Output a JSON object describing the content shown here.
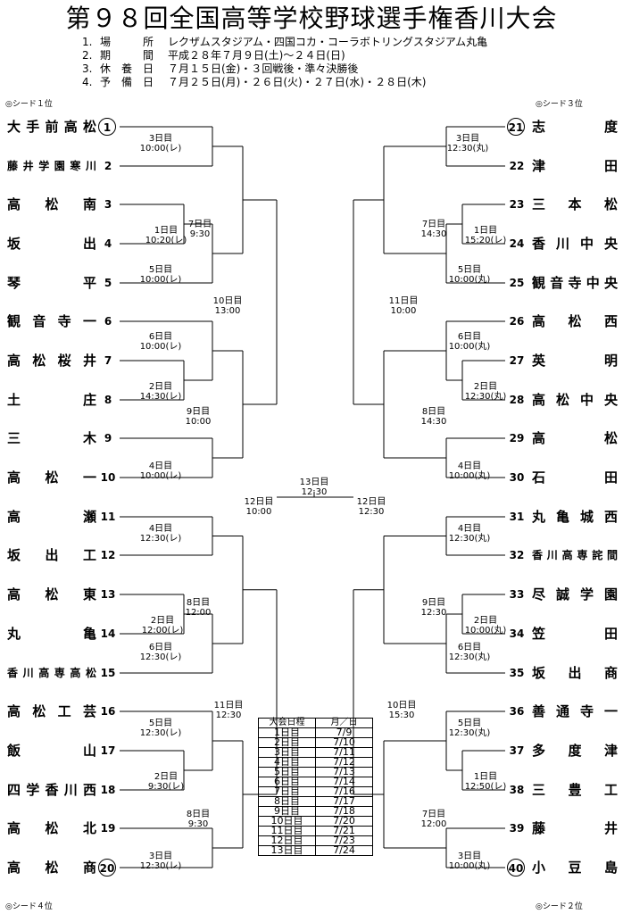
{
  "title": "第９８回全国高等学校野球選手権香川大会",
  "info": [
    {
      "no": "1.",
      "label": "場　所",
      "text": "レクザムスタジアム・四国コカ・コーラボトリングスタジアム丸亀"
    },
    {
      "no": "2.",
      "label": "期　間",
      "text": "平成２８年７月９日(土)～２４日(日)"
    },
    {
      "no": "3.",
      "label": "休養日",
      "text": "７月１５日(金)・３回戦後・準々決勝後"
    },
    {
      "no": "4.",
      "label": "予備日",
      "text": "７月２５日(月)・２６日(火)・２７日(水)・２８日(木)"
    }
  ],
  "seeds": {
    "top_left": "◎シード１位",
    "top_right": "◎シード３位",
    "bottom_left": "◎シード４位",
    "bottom_right": "◎シード２位"
  },
  "left_teams": [
    {
      "name": "大手前高松",
      "num": "1"
    },
    {
      "name": "藤井学園寒川",
      "num": "2"
    },
    {
      "name": "高松南",
      "num": "3"
    },
    {
      "name": "坂出",
      "num": "4"
    },
    {
      "name": "琴平",
      "num": "5"
    },
    {
      "name": "観音寺一",
      "num": "6"
    },
    {
      "name": "高松桜井",
      "num": "7"
    },
    {
      "name": "土庄",
      "num": "8"
    },
    {
      "name": "三木",
      "num": "9"
    },
    {
      "name": "高松一",
      "num": "10"
    },
    {
      "name": "高瀬",
      "num": "11"
    },
    {
      "name": "坂出工",
      "num": "12"
    },
    {
      "name": "高松東",
      "num": "13"
    },
    {
      "name": "丸亀",
      "num": "14"
    },
    {
      "name": "香川高専高松",
      "num": "15"
    },
    {
      "name": "高松工芸",
      "num": "16"
    },
    {
      "name": "飯山",
      "num": "17"
    },
    {
      "name": "四学香川西",
      "num": "18"
    },
    {
      "name": "高松北",
      "num": "19"
    },
    {
      "name": "高松商",
      "num": "20"
    }
  ],
  "right_teams": [
    {
      "name": "志度",
      "num": "21"
    },
    {
      "name": "津田",
      "num": "22"
    },
    {
      "name": "三本松",
      "num": "23"
    },
    {
      "name": "香川中央",
      "num": "24"
    },
    {
      "name": "観音寺中央",
      "num": "25"
    },
    {
      "name": "高松西",
      "num": "26"
    },
    {
      "name": "英明",
      "num": "27"
    },
    {
      "name": "高松中央",
      "num": "28"
    },
    {
      "name": "高松",
      "num": "29"
    },
    {
      "name": "石田",
      "num": "30"
    },
    {
      "name": "丸亀城西",
      "num": "31"
    },
    {
      "name": "香川高専詫間",
      "num": "32"
    },
    {
      "name": "尽誠学園",
      "num": "33"
    },
    {
      "name": "笠田",
      "num": "34"
    },
    {
      "name": "坂出商",
      "num": "35"
    },
    {
      "name": "善通寺一",
      "num": "36"
    },
    {
      "name": "多度津",
      "num": "37"
    },
    {
      "name": "三豊工",
      "num": "38"
    },
    {
      "name": "藤井",
      "num": "39"
    },
    {
      "name": "小豆島",
      "num": "40"
    }
  ],
  "games_left": {
    "g1": {
      "day": "3日目",
      "time": "10:00(レ)"
    },
    "g2": {
      "day": "1日目",
      "time": "10:20(レ)"
    },
    "g3": {
      "day": "5日目",
      "time": "10:00(レ)"
    },
    "g4": {
      "day": "6日目",
      "time": "10:00(レ)"
    },
    "g5": {
      "day": "2日目",
      "time": "14:30(レ)"
    },
    "g6": {
      "day": "4日目",
      "time": "10:00(レ)"
    },
    "g7": {
      "day": "4日目",
      "time": "12:30(レ)"
    },
    "g8": {
      "day": "2日目",
      "time": "12:00(レ)"
    },
    "g9": {
      "day": "6日目",
      "time": "12:30(レ)"
    },
    "g10": {
      "day": "5日目",
      "time": "12:30(レ)"
    },
    "g11": {
      "day": "2日目",
      "time": "9:30(レ)"
    },
    "g12": {
      "day": "3日目",
      "time": "12:30(レ)"
    },
    "q1": {
      "day": "7日目",
      "time": "9:30"
    },
    "q2": {
      "day": "9日目",
      "time": "10:00"
    },
    "q3": {
      "day": "8日目",
      "time": "12:00"
    },
    "q4": {
      "day": "8日目",
      "time": "9:30"
    },
    "s1": {
      "day": "10日目",
      "time": "13:00"
    },
    "s2": {
      "day": "11日目",
      "time": "12:30"
    },
    "f": {
      "day": "12日目",
      "time": "10:00"
    }
  },
  "games_right": {
    "g1": {
      "day": "3日目",
      "time": "12:30(丸)"
    },
    "g2": {
      "day": "1日目",
      "time": "15:20(レ)"
    },
    "g3": {
      "day": "5日目",
      "time": "10:00(丸)"
    },
    "g4": {
      "day": "6日目",
      "time": "10:00(丸)"
    },
    "g5": {
      "day": "2日目",
      "time": "12:30(丸)"
    },
    "g6": {
      "day": "4日目",
      "time": "10:00(丸)"
    },
    "g7": {
      "day": "4日目",
      "time": "12:30(丸)"
    },
    "g8": {
      "day": "2日目",
      "time": "10:00(丸)"
    },
    "g9": {
      "day": "6日目",
      "time": "12:30(丸)"
    },
    "g10": {
      "day": "5日目",
      "time": "12:30(丸)"
    },
    "g11": {
      "day": "1日目",
      "time": "12:50(レ)"
    },
    "g12": {
      "day": "3日目",
      "time": "10:00(丸)"
    },
    "q1": {
      "day": "7日目",
      "time": "14:30"
    },
    "q2": {
      "day": "8日目",
      "time": "14:30"
    },
    "q3": {
      "day": "9日目",
      "time": "12:30"
    },
    "q4": {
      "day": "7日目",
      "time": "12:00"
    },
    "s1": {
      "day": "11日目",
      "time": "10:00"
    },
    "s2": {
      "day": "10日目",
      "time": "15:30"
    },
    "f": {
      "day": "12日目",
      "time": "12:30"
    }
  },
  "final": {
    "day": "13日目",
    "time": "12:30"
  },
  "schedule": {
    "headers": [
      "大会日程",
      "月／日"
    ],
    "rows": [
      [
        "1日目",
        "7/9"
      ],
      [
        "2日目",
        "7/10"
      ],
      [
        "3日目",
        "7/11"
      ],
      [
        "4日目",
        "7/12"
      ],
      [
        "5日目",
        "7/13"
      ],
      [
        "6日目",
        "7/14"
      ],
      [
        "7日目",
        "7/16"
      ],
      [
        "8日目",
        "7/17"
      ],
      [
        "9日目",
        "7/18"
      ],
      [
        "10日目",
        "7/20"
      ],
      [
        "11日目",
        "7/21"
      ],
      [
        "12日目",
        "7/23"
      ],
      [
        "13日目",
        "7/24"
      ]
    ]
  }
}
